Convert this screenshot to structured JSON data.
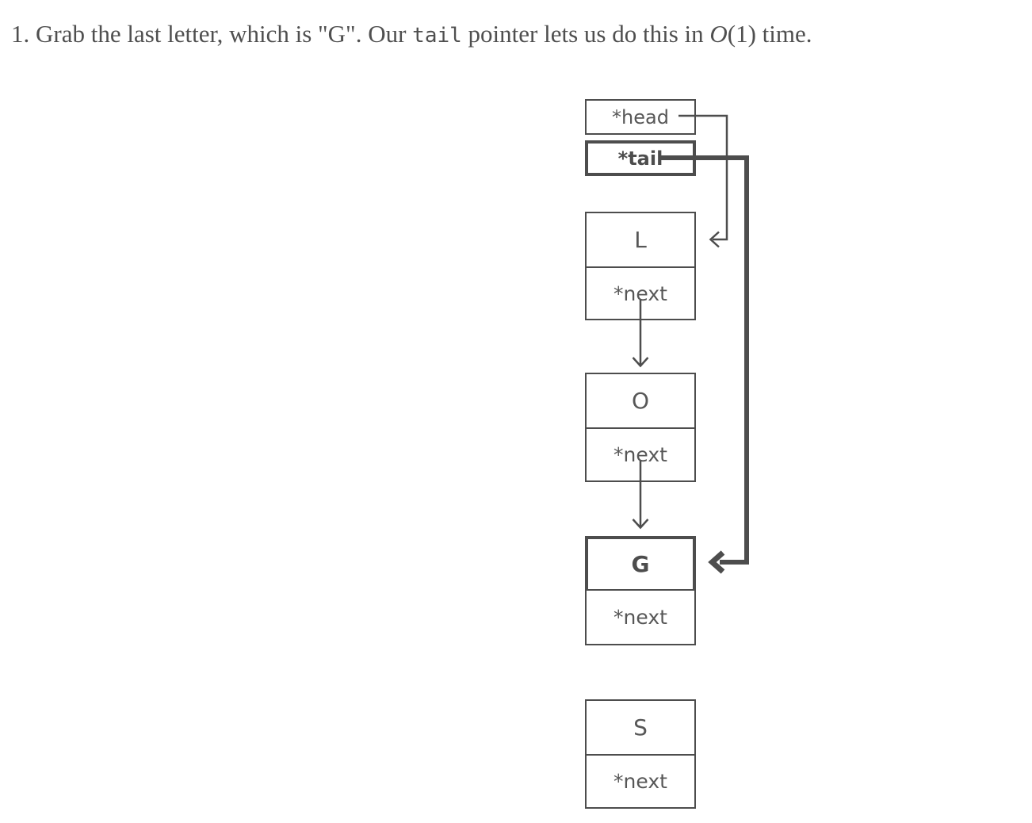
{
  "title": {
    "prefix": "1. Grab the last letter, which is \"G\". Our ",
    "code": "tail",
    "middle": " pointer lets us do this in ",
    "big_o": "O",
    "suffix": "(1) time."
  },
  "diagram": {
    "pointers": [
      {
        "id": "head",
        "label": "*head",
        "emphasized": false
      },
      {
        "id": "tail",
        "label": "*tail",
        "emphasized": true
      }
    ],
    "nodes": [
      {
        "id": "L",
        "letter": "L",
        "next_label": "*next",
        "emphasized": false
      },
      {
        "id": "O",
        "letter": "O",
        "next_label": "*next",
        "emphasized": false
      },
      {
        "id": "G",
        "letter": "G",
        "next_label": "*next",
        "emphasized": true
      },
      {
        "id": "S",
        "letter": "S",
        "next_label": "*next",
        "emphasized": false
      }
    ],
    "edges": [
      {
        "from": "head",
        "to": "L"
      },
      {
        "from": "tail",
        "to": "G"
      },
      {
        "from": "L.next",
        "to": "O"
      },
      {
        "from": "O.next",
        "to": "G"
      }
    ],
    "colors": {
      "line": "#4d4d4d",
      "box_text": "#575757",
      "caption_text": "#4f4f4f",
      "background": "#ffffff"
    }
  }
}
